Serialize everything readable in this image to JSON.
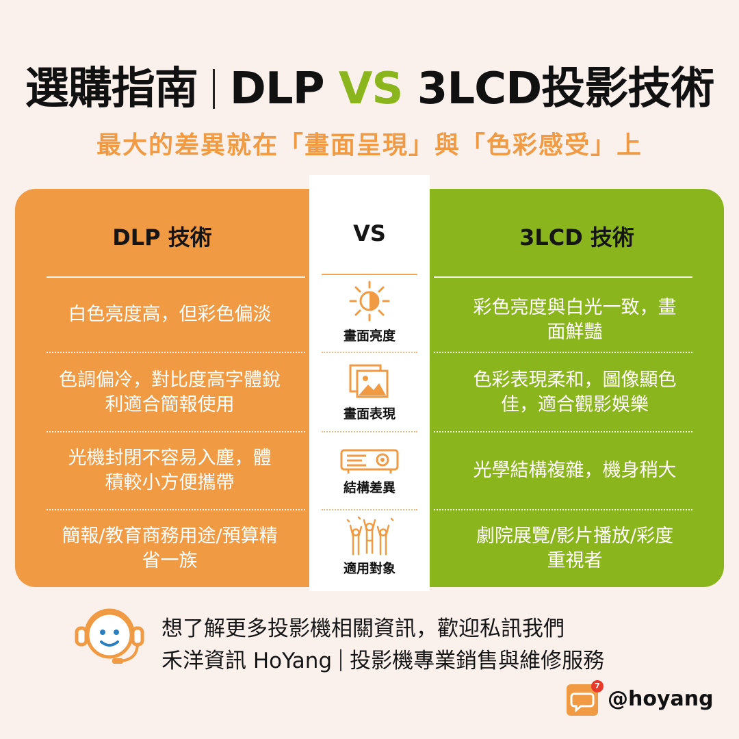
{
  "title": {
    "part1": "選購指南",
    "dlp": "DLP",
    "vs": "VS",
    "part2": "3LCD投影技術"
  },
  "subtitle": "最大的差異就在「畫面呈現」與「色彩感受」上",
  "columns": {
    "left_head": "DLP 技術",
    "mid_head": "VS",
    "right_head": "3LCD 技術"
  },
  "rows": [
    {
      "feature": "畫面亮度",
      "icon": "brightness-icon",
      "left": [
        "白色亮度高，但彩色偏淡"
      ],
      "right": [
        "彩色亮度與白光一致，畫",
        "面鮮豔"
      ]
    },
    {
      "feature": "畫面表現",
      "icon": "picture-icon",
      "left": [
        "色調偏冷，對比度高字體銳",
        "利適合簡報使用"
      ],
      "right": [
        "色彩表現柔和，圖像顯色",
        "佳，適合觀影娛樂"
      ]
    },
    {
      "feature": "結構差異",
      "icon": "projector-icon",
      "left": [
        "光機封閉不容易入塵，體",
        "積較小方便攜帶"
      ],
      "right": [
        "光學結構複雜，機身稍大"
      ]
    },
    {
      "feature": "適用對象",
      "icon": "audience-icon",
      "left": [
        "簡報/教育商務用途/預算精",
        "省一族"
      ],
      "right": [
        "劇院展覽/影片播放/彩度",
        "重視者"
      ]
    }
  ],
  "footer": {
    "line1": "想了解更多投影機相關資訊，歡迎私訊我們",
    "line2_a": "禾洋資訊 HoYang",
    "line2_b": "投影機專業銷售與維修服務"
  },
  "handle": {
    "badge": "7",
    "text": "@hoyang"
  },
  "colors": {
    "orange": "#f09a43",
    "green": "#8bb51c",
    "background": "#fbf1ec"
  }
}
